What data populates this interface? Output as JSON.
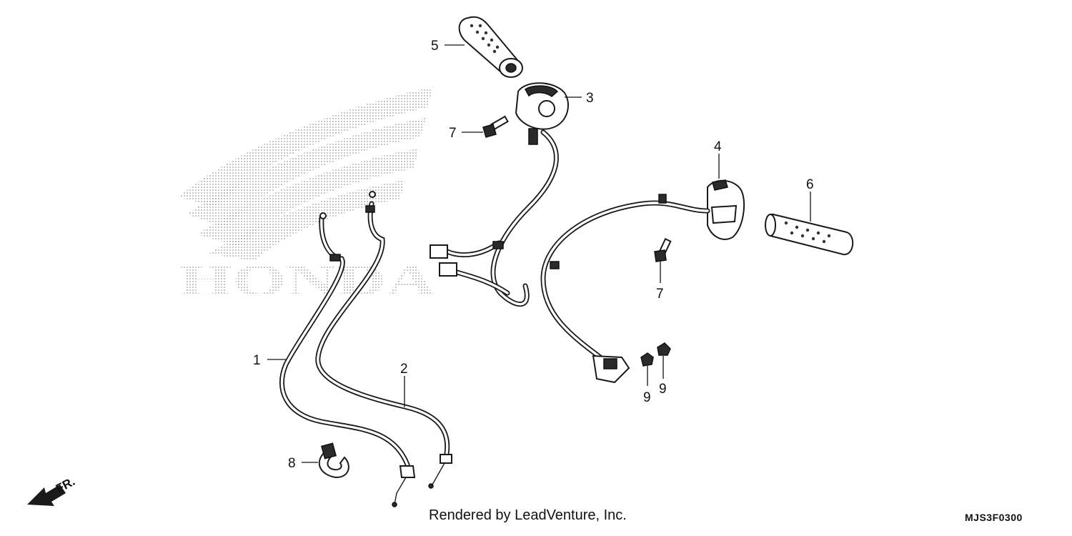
{
  "diagram": {
    "callouts": [
      "1",
      "2",
      "3",
      "4",
      "5",
      "6",
      "7",
      "7",
      "8",
      "9",
      "9"
    ],
    "watermark": "HONDA",
    "direction": "FR.",
    "credit": "Rendered by LeadVenture, Inc.",
    "code": "MJS3F0300",
    "colors": {
      "ink": "#111111",
      "watermark": "#b8b8b8",
      "background": "#ffffff"
    }
  }
}
